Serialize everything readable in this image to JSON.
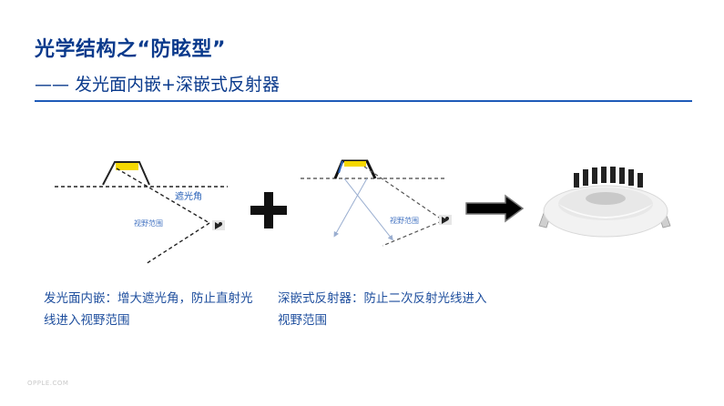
{
  "slide": {
    "title": "光学结构之“防眩型”",
    "subtitle": "—— 发光面内嵌+深嵌式反射器",
    "footer": "OPPLE.COM"
  },
  "diagram_left": {
    "label_shading_angle": "遮光角",
    "label_view_range": "视野范围"
  },
  "diagram_right": {
    "label_view_range": "视野范围"
  },
  "descriptions": {
    "left": "发光面内嵌：增大遮光角，防止直射光线进入视野范围",
    "right": "深嵌式反射器：防止二次反射光线进入视野范围"
  },
  "colors": {
    "title": "#0a3a8c",
    "rule": "#1e5bb8",
    "text": "#1f4f9e",
    "led": "#f5d800"
  }
}
